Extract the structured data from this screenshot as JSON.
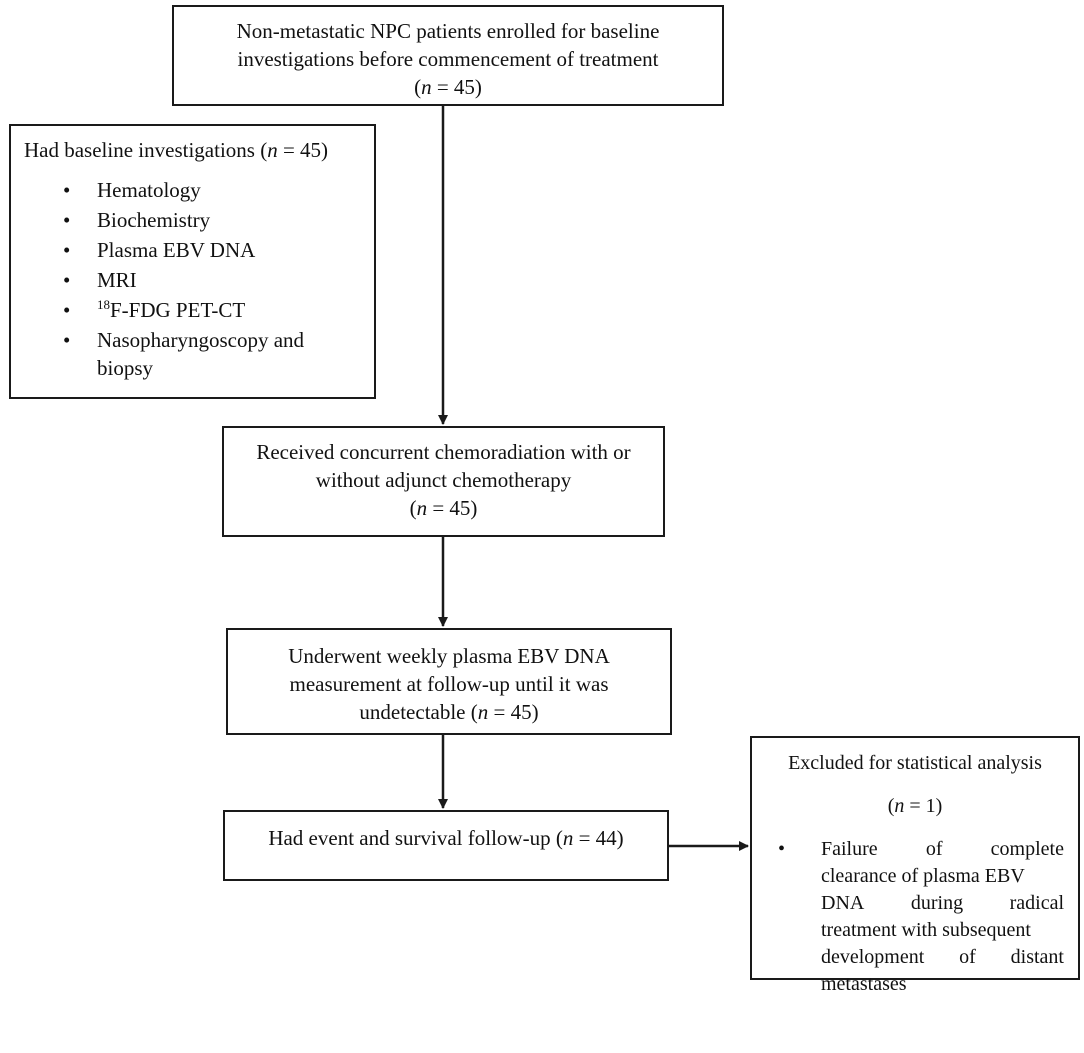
{
  "top_box": {
    "line1": "Non-metastatic NPC patients enrolled for baseline",
    "line2": "investigations before commencement of treatment",
    "n_prefix": "(",
    "n_var": "n",
    "n_rest": " = 45)"
  },
  "baseline_box": {
    "title_prefix": "Had baseline investigations (",
    "title_var": "n",
    "title_rest": " = 45)",
    "bullet": "•",
    "items": [
      "Hematology",
      "Biochemistry",
      "Plasma EBV DNA",
      "MRI"
    ],
    "pet_sup": "18",
    "pet_text": "F-FDG PET-CT",
    "last_item_line1": "Nasopharyngoscopy and",
    "last_item_line2": "biopsy"
  },
  "chemo_box": {
    "line1": "Received concurrent chemoradiation with or",
    "line2": "without adjunct chemotherapy",
    "n_prefix": "(",
    "n_var": "n",
    "n_rest": " = 45)"
  },
  "weekly_box": {
    "line1": "Underwent weekly plasma EBV DNA",
    "line2": "measurement at follow-up until it was",
    "line3_prefix": "undetectable (",
    "n_var": "n",
    "n_rest": " = 45)"
  },
  "excluded_box": {
    "title": "Excluded for statistical analysis",
    "n_prefix": "(",
    "n_var": "n",
    "n_rest": " = 1)",
    "bullet": "•",
    "lines": [
      [
        "Failure",
        "of",
        "complete"
      ],
      [
        "clearance of plasma EBV"
      ],
      [
        "DNA",
        "during",
        "radical"
      ],
      [
        "treatment with subsequent"
      ],
      [
        "development",
        "of",
        "distant"
      ],
      [
        "metastases"
      ]
    ]
  },
  "final_box": {
    "text_prefix": "Had event and survival follow-up (",
    "n_var": "n",
    "n_rest": " = 44)"
  }
}
